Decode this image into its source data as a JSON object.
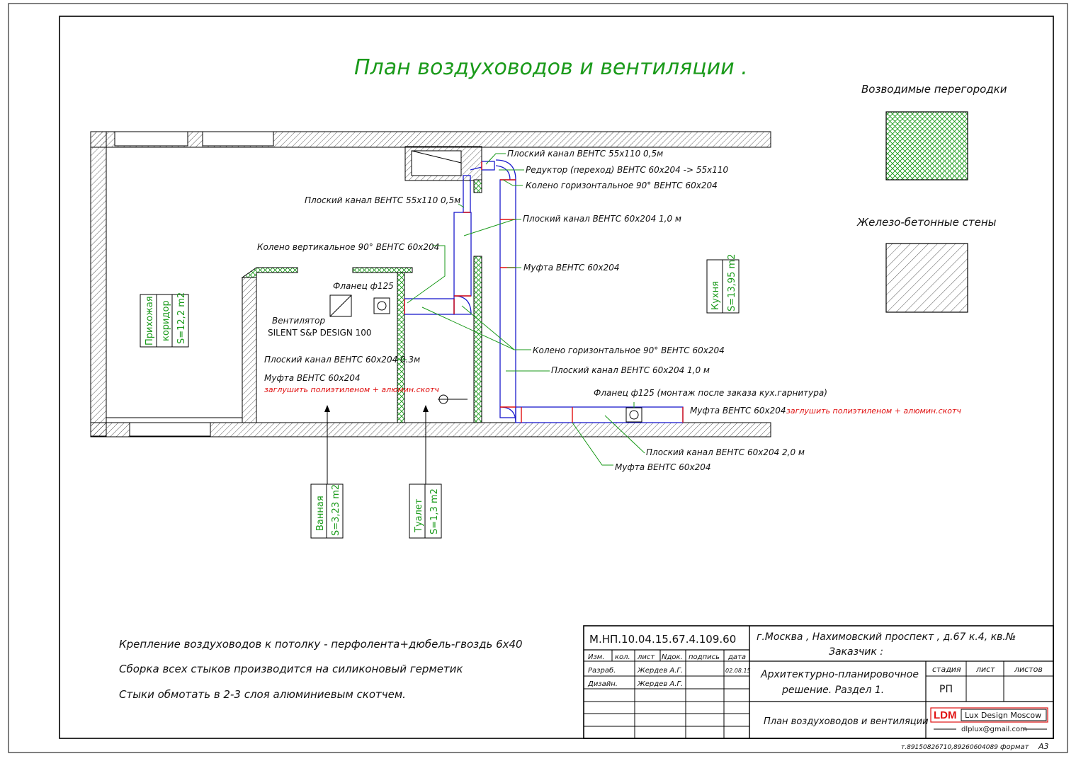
{
  "title": "План воздуховодов и вентиляции .",
  "legend": {
    "partitions": "Возводимые перегородки",
    "concrete": "Железо-бетонные стены"
  },
  "rooms": {
    "hall_name_1": "Прихожая",
    "hall_name_2": "коридор",
    "hall_area": "S=12,2 m2",
    "kitchen_name": "Кухня",
    "kitchen_area": "S=13,95 m2",
    "bath_name": "Ванная",
    "bath_area": "S=3,23 m2",
    "toilet_name": "Туалет",
    "toilet_area": "S=1,3 m2"
  },
  "callouts": {
    "c1": "Плоский канал ВЕНТС  55х110   0,5м",
    "c2": "Редуктор (переход) ВЕНТС  60х204 -> 55х110",
    "c3": "Колено горизонтальное 90° ВЕНТС  60х204",
    "c4": "Плоский канал ВЕНТС  55х110   0,5м",
    "c5": "Плоский канал  ВЕНТС  60х204    1,0 м",
    "c6": "Колено вертикальное 90° ВЕНТС  60х204",
    "c7": "Муфта  ВЕНТС  60х204",
    "c8": "Фланец ф125",
    "c9a": "Вентилятор",
    "c9b": "SILENT S&P DESIGN 100",
    "c10": "Колено горизонтальное 90° ВЕНТС  60х204",
    "c11": "Плоский канал  ВЕНТС  60х204   1,0 м",
    "c12": "Плоский канал  ВЕНТС  60х204   0.3м",
    "c13": "Муфта ВЕНТС  60х204",
    "c13_red": "заглушить полиэтиленом + алюмин.скотч",
    "c14": "Фланец ф125 (монтаж после заказа кух.гарнитура)",
    "c15": "Муфта ВЕНТС  60х204",
    "c15_red": "заглушить полиэтиленом + алюмин.скотч",
    "c16": "Плоский канал  ВЕНТС  60х204    2,0 м",
    "c17": "Муфта ВЕНТС  60х204"
  },
  "notes": [
    "Крепление воздуховодов к потолку - перфолента+дюбель-гвоздь 6х40",
    "Сборка всех стыков производится на силиконовый герметик",
    "Стыки  обмотать в 2-3 слоя алюминиевым скотчем."
  ],
  "stamp": {
    "code": "М.НП.10.04.15.67.4.109.60",
    "address": "г.Москва , Нахимовский проспект , д.67 к.4, кв.№",
    "client": "Заказчик :",
    "h_izm": "Изм.",
    "h_kol": "кол.",
    "h_list": "лист",
    "h_ndok": "Nдок.",
    "h_podpis": "подпись",
    "h_data": "дата",
    "r1_role": "Разраб.",
    "r1_name": "Жердев А.Г.",
    "r1_date": "02.08.15",
    "r2_role": "Дизайн.",
    "r2_name": "Жердев А.Г.",
    "project_1": "Архитектурно-планировочное",
    "project_2": "решение. Раздел 1.",
    "h_stage": "стадия",
    "h_sheet": "лист",
    "h_sheets": "листов",
    "stage": "РП",
    "sheet_title": "План воздуховодов и вентиляции",
    "logo_ldm": "LDM",
    "logo_name": "Lux Design Moscow",
    "email": "dlplux@gmail.com"
  },
  "footer": {
    "phones": "т.89150826710,89260604089",
    "format_label": "формат",
    "format_value": "А3"
  }
}
